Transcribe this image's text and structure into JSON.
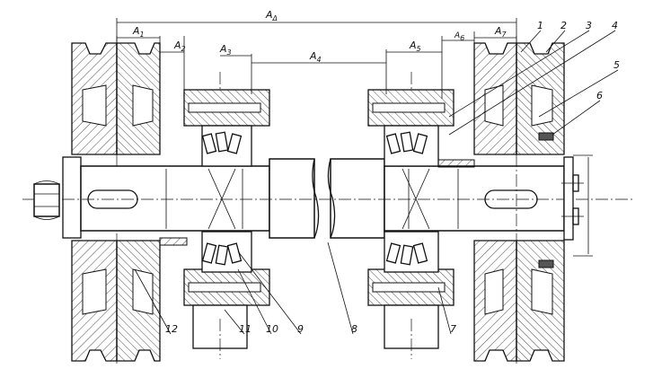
{
  "dimensions": {
    "a_sigma": {
      "main": "A",
      "sub": "Δ"
    },
    "a1": {
      "main": "A",
      "sub": "1"
    },
    "a2": {
      "main": "A",
      "sub": "2"
    },
    "a3": {
      "main": "A",
      "sub": "3"
    },
    "a4": {
      "main": "A",
      "sub": "4"
    },
    "a5": {
      "main": "A",
      "sub": "5"
    },
    "a6": {
      "main": "A",
      "sub": "6"
    },
    "a7": {
      "main": "A",
      "sub": "7"
    }
  },
  "callouts": {
    "c1": "1",
    "c2": "2",
    "c3": "3",
    "c4": "4",
    "c5": "5",
    "c6": "6",
    "c7": "7",
    "c8": "8",
    "c9": "9",
    "c10": "10",
    "c11": "11",
    "c12": "12"
  }
}
